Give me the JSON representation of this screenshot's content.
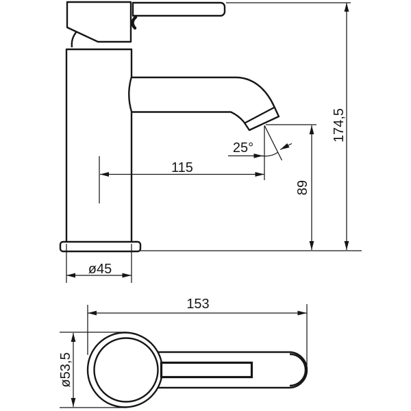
{
  "drawing": {
    "background_color": "#ffffff",
    "line_color": "#161616",
    "side_view": {
      "dim_total_height": "174,5",
      "dim_outlet_height": "89",
      "dim_spout_reach": "115",
      "dim_spout_angle": "25°",
      "dim_base_diameter": "ø45"
    },
    "top_view": {
      "dim_total_length": "153",
      "dim_body_diameter": "ø53,5"
    }
  }
}
